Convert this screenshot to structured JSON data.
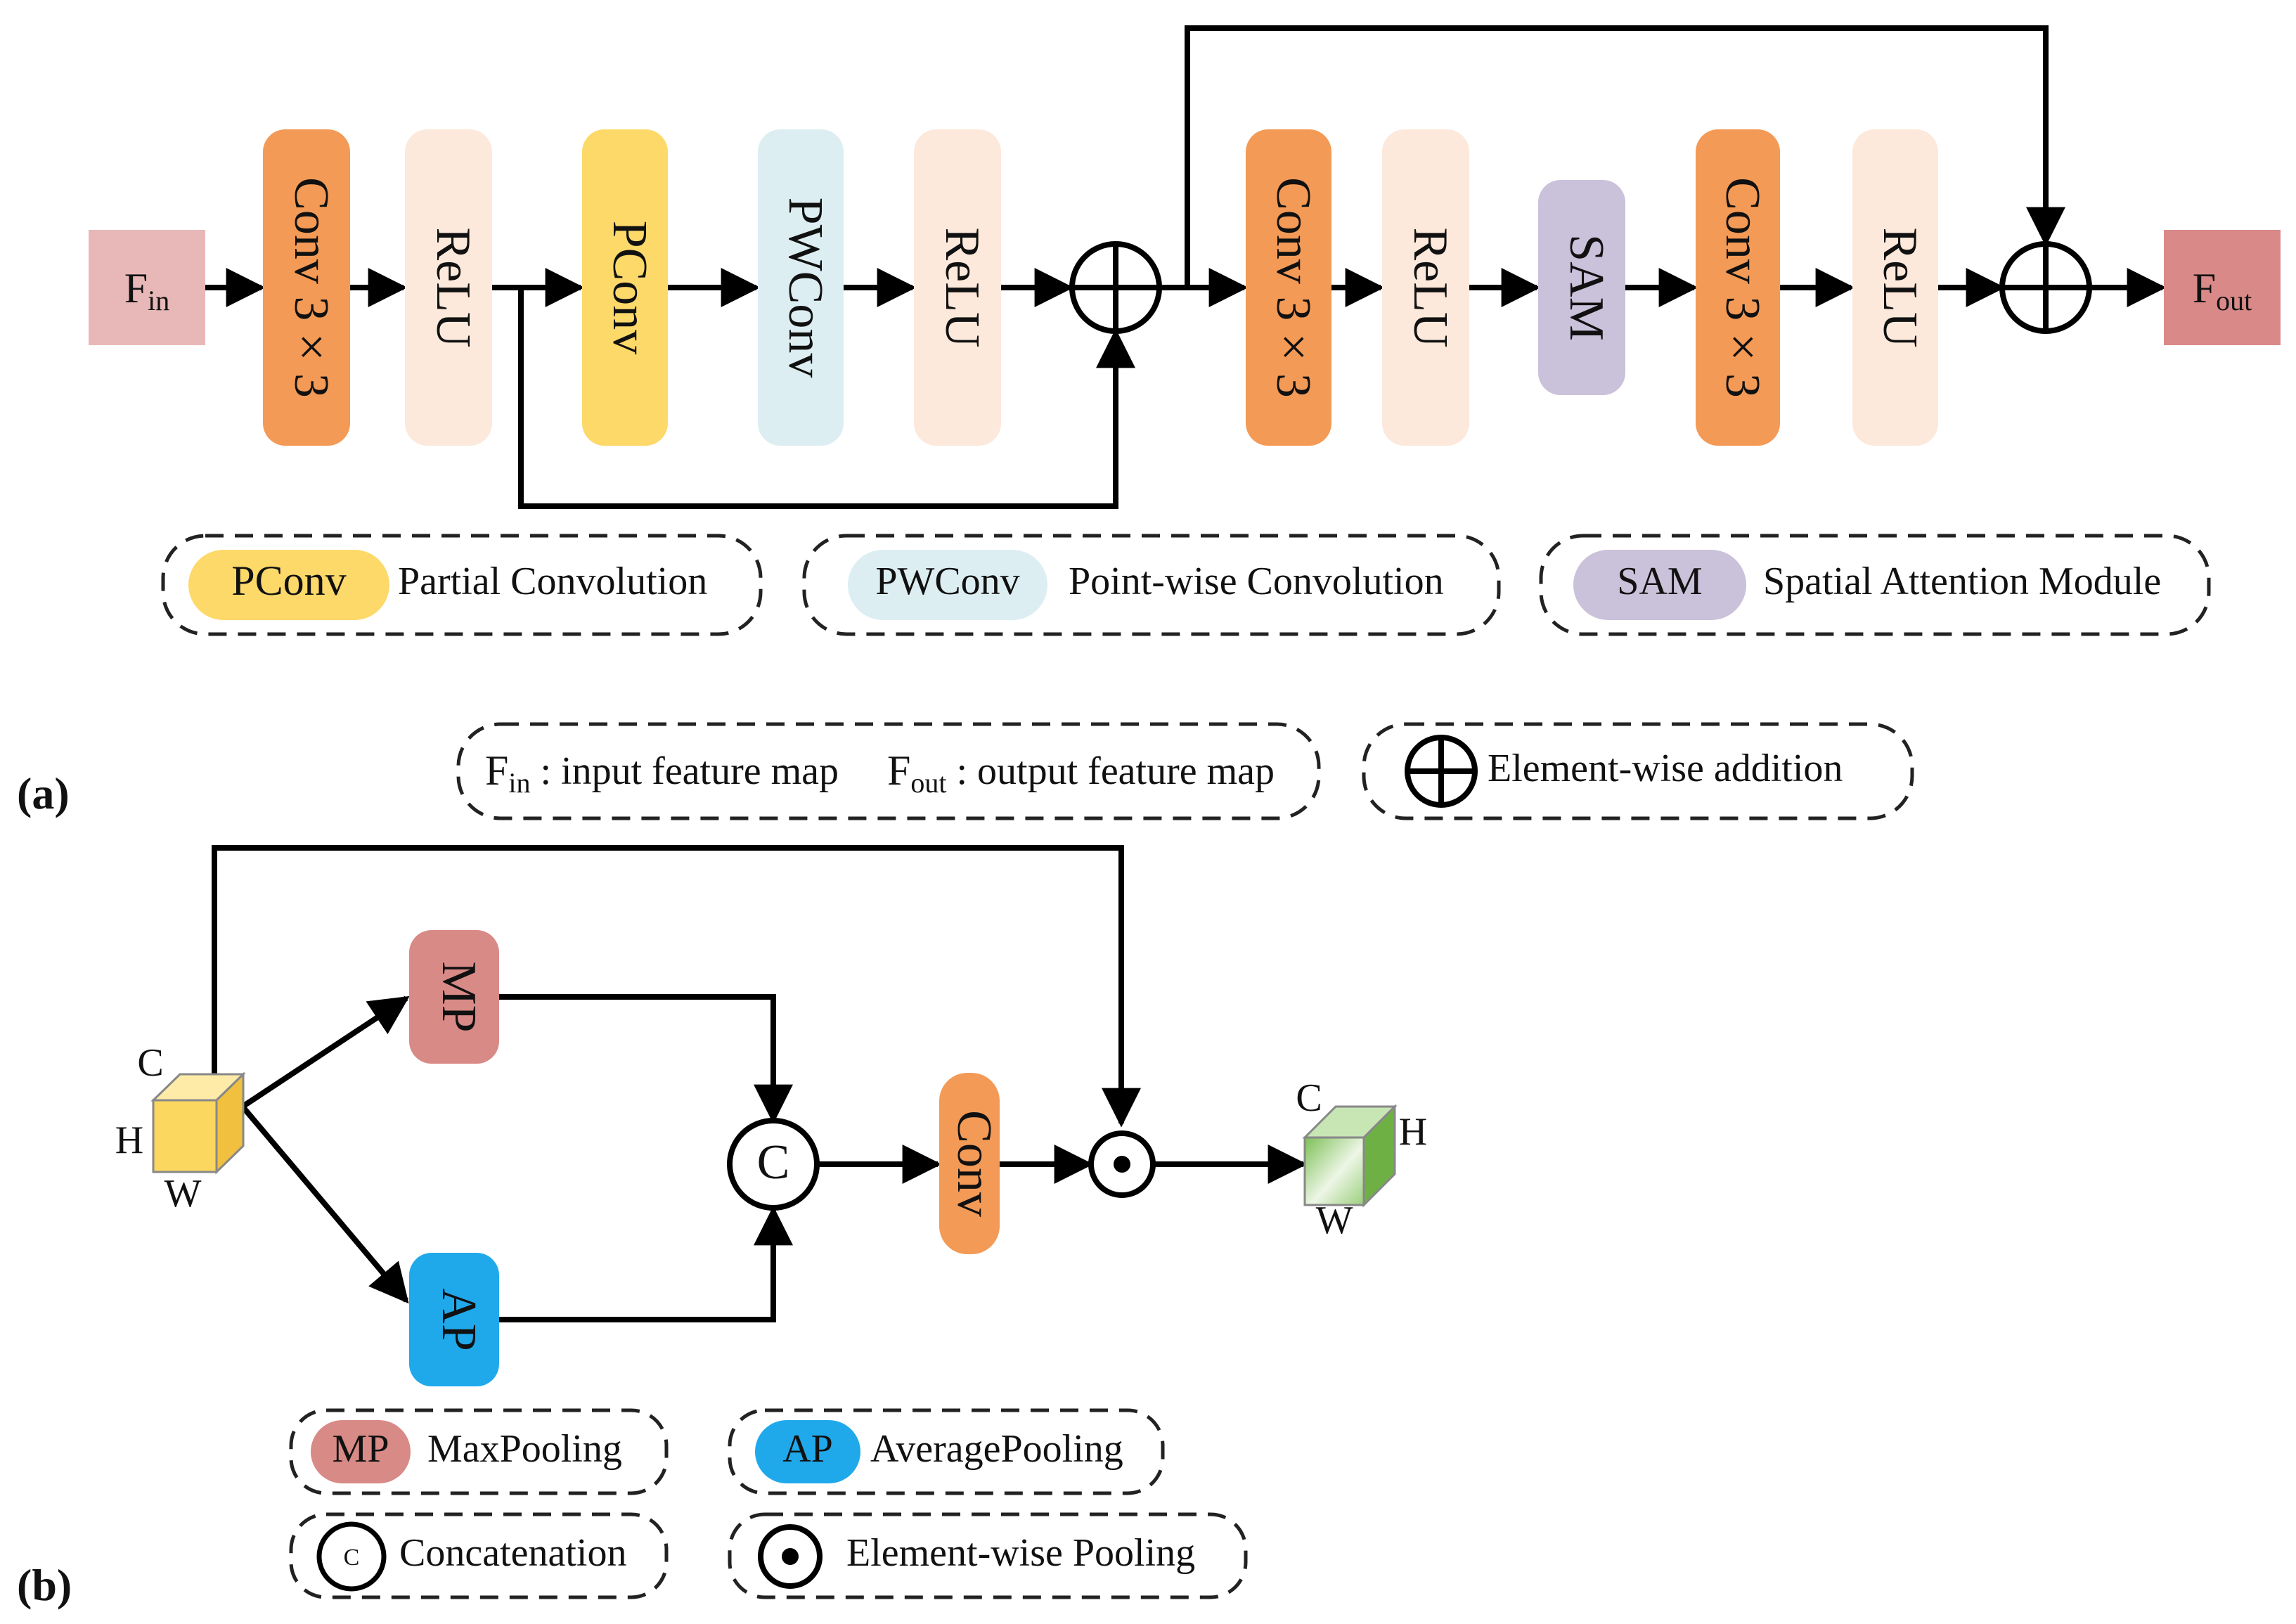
{
  "panel_a": {
    "label": "(a)",
    "input": {
      "main": "F",
      "sub": "in"
    },
    "output": {
      "main": "F",
      "sub": "out"
    },
    "blocks": {
      "conv1": "Conv 3 × 3",
      "relu1": "ReLU",
      "pconv": "PConv",
      "pwconv": "PWConv",
      "relu2": "ReLU",
      "conv2": "Conv 3 × 3",
      "relu3": "ReLU",
      "sam": "SAM",
      "conv3": "Conv 3 × 3",
      "relu4": "ReLU"
    },
    "legend": {
      "pconv_tag": "PConv",
      "pconv_desc": "Partial Convolution",
      "pwconv_tag": "PWConv",
      "pwconv_desc": "Point-wise Convolution",
      "sam_tag": "SAM",
      "sam_desc": "Spatial Attention Module",
      "fin_main": "F",
      "fin_sub": "in",
      "fin_desc": " : input feature map",
      "fout_main": "F",
      "fout_sub": "out",
      "fout_desc": " : output feature map",
      "add_desc": "Element-wise addition"
    }
  },
  "panel_b": {
    "label": "(b)",
    "cube_in": {
      "c": "C",
      "h": "H",
      "w": "W"
    },
    "cube_out": {
      "c": "C",
      "h": "H",
      "w": "W"
    },
    "blocks": {
      "mp": "MP",
      "ap": "AP",
      "concat": "C",
      "conv": "Conv"
    },
    "legend": {
      "mp_tag": "MP",
      "mp_desc": "MaxPooling",
      "ap_tag": "AP",
      "ap_desc": "AveragePooling",
      "concat_tag": "C",
      "concat_desc": "Concatenation",
      "pool_desc": "Element-wise Pooling"
    }
  },
  "colors": {
    "conv": "#F39A56",
    "relu": "#FCE9DB",
    "pconv": "#FDD96A",
    "pwconv": "#DDEEF3",
    "sam": "#CAC1DA",
    "fin": "#E8B8B8",
    "fout": "#D98A88",
    "mp": "#D88A87",
    "ap": "#1FA9EB",
    "cube_in": "#FCD75F",
    "cube_out": "#8FCB6A"
  }
}
